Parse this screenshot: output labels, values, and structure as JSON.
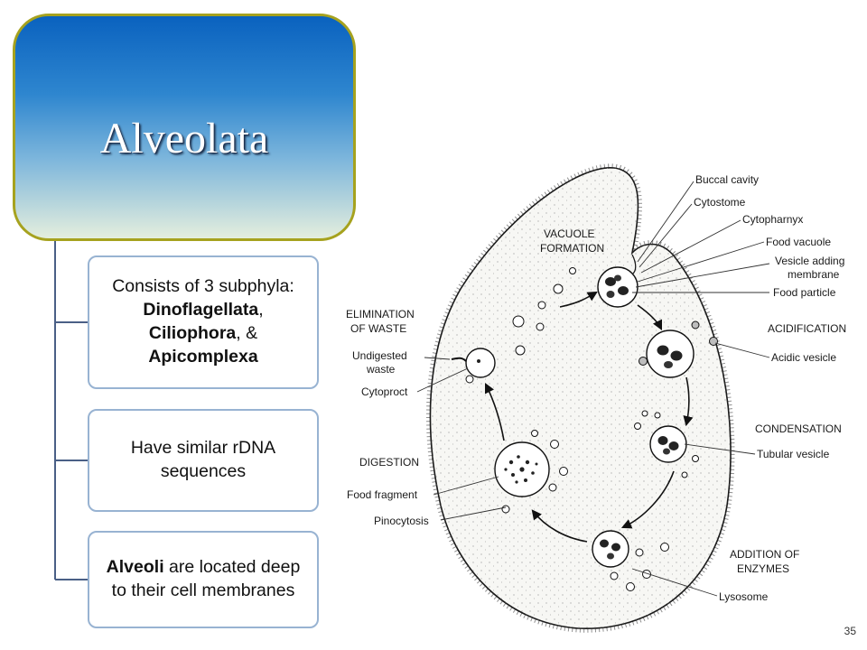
{
  "slide": {
    "title": "Alveolata",
    "page_number": "35",
    "colors": {
      "title_border": "#a6a21e",
      "title_top": "#0a62bf",
      "title_bottom": "#e4eedd",
      "box_border": "#98b3d2",
      "connector": "#4a5f86"
    }
  },
  "points": [
    {
      "pre": "Consists of 3 subphyla: ",
      "b1": "Dinoflagellata",
      "mid1": ", ",
      "b2": "Ciliophora",
      "mid2": ", & ",
      "b3": "Apicomplexa"
    },
    {
      "text": "Have similar rDNA sequences"
    },
    {
      "bold": "Alveoli",
      "rest": " are located deep to their cell membranes"
    }
  ],
  "diagram": {
    "stages": {
      "vacuole_formation": [
        "VACUOLE",
        "FORMATION"
      ],
      "elimination": [
        "ELIMINATION",
        "OF WASTE"
      ],
      "acidification": "ACIDIFICATION",
      "condensation": "CONDENSATION",
      "digestion": "DIGESTION",
      "addition": [
        "ADDITION OF",
        "ENZYMES"
      ]
    },
    "labels": {
      "buccal_cavity": "Buccal cavity",
      "cytostome": "Cytostome",
      "cytopharynx": "Cytopharnyx",
      "food_vacuole": "Food vacuole",
      "vesicle_adding": [
        "Vesicle adding",
        "membrane"
      ],
      "food_particle": "Food particle",
      "acidic_vesicle": "Acidic vesicle",
      "tubular_vesicle": "Tubular vesicle",
      "lysosome": "Lysosome",
      "undigested_waste": [
        "Undigested",
        "waste"
      ],
      "cytoproct": "Cytoproct",
      "food_fragment": "Food fragment",
      "pinocytosis": "Pinocytosis"
    }
  }
}
